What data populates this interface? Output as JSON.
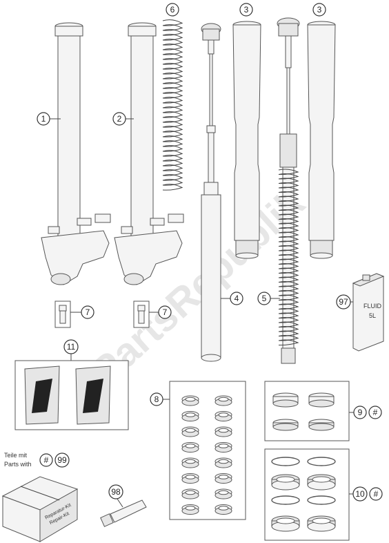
{
  "watermark": "PartsRepublik",
  "callouts": {
    "c1": "1",
    "c2": "2",
    "c3a": "3",
    "c3b": "3",
    "c4": "4",
    "c5": "5",
    "c6": "6",
    "c7a": "7",
    "c7b": "7",
    "c8": "8",
    "c9": "9",
    "c9hash": "#",
    "c10": "10",
    "c10hash": "#",
    "c11": "11",
    "c97": "97",
    "c98": "98",
    "c99": "99",
    "c99hash": "#"
  },
  "fluid_can": {
    "line1": "FLUID",
    "line2": "5L"
  },
  "note": {
    "line1": "Teile mit",
    "line2": "Parts with"
  },
  "repair_kit": {
    "line1": "Reparatur-Kit",
    "line2": "Repair-Kit"
  }
}
